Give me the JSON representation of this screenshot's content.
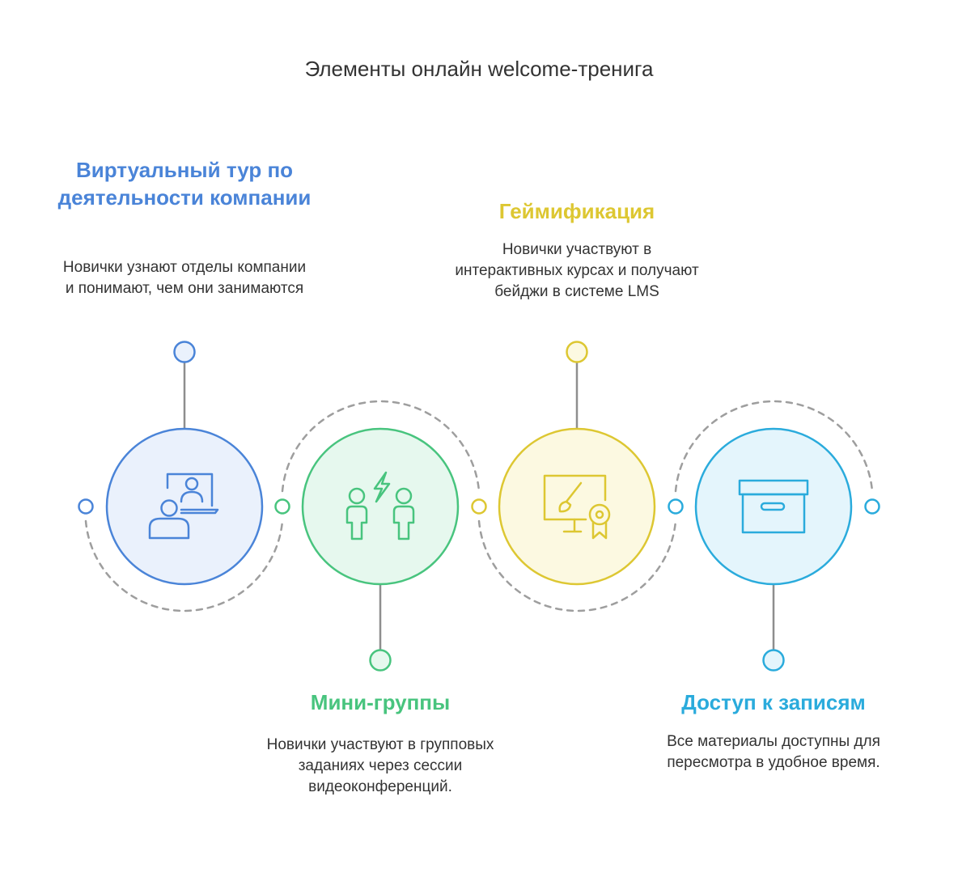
{
  "title": "Элементы онлайн welcome-тренига",
  "colors": {
    "blue": "#4a84d8",
    "green": "#48c47e",
    "yellow": "#ddc732",
    "cyan": "#2aabdc",
    "connector": "#8e8e8e",
    "dashed_arc": "#9e9e9e"
  },
  "steps": [
    {
      "heading": "Виртуальный тур по деятельности компании",
      "description": "Новички узнают отделы компании и понимают, чем они занимаются",
      "icon": "virtual-tour-icon"
    },
    {
      "heading": "Мини-группы",
      "description": "Новички участвуют в групповых заданиях через сессии видеоконференций.",
      "icon": "mini-groups-icon"
    },
    {
      "heading": "Геймификация",
      "description": "Новички участвуют в интерактивных курсах и получают бейджи в системе LMS",
      "icon": "gamification-icon"
    },
    {
      "heading": "Доступ к записям",
      "description": "Все материалы доступны для пересмотра в удобное время.",
      "icon": "archive-box-icon"
    }
  ]
}
